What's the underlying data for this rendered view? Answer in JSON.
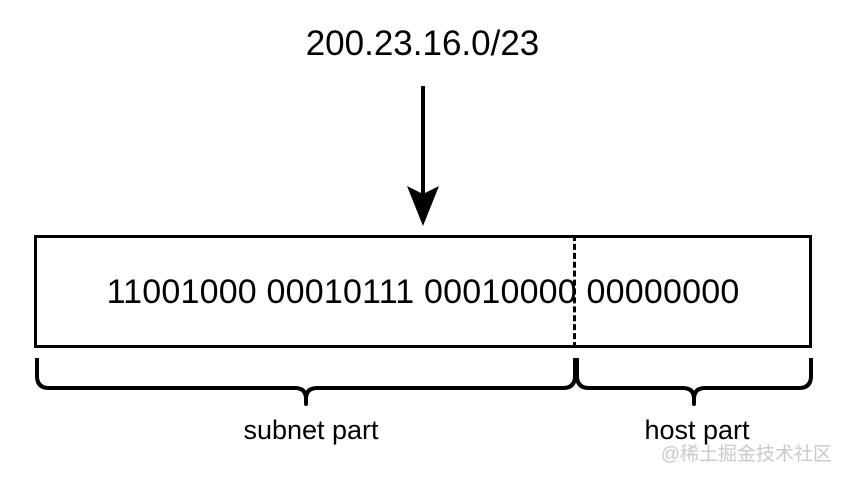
{
  "diagram": {
    "title": "200.23.16.0/23",
    "address": {
      "binary": "11001000 00010111 00010000 00000000",
      "octets": [
        "11001000",
        "00010111",
        "00010000",
        "00000000"
      ],
      "prefix_length": 23,
      "dotted_decimal": "200.23.16.0"
    },
    "labels": {
      "subnet": "subnet part",
      "host": "host part"
    },
    "icons": {
      "arrow": "down-arrow-icon",
      "brace_subnet": "curly-brace-icon",
      "brace_host": "curly-brace-icon",
      "divider": "dashed-divider-icon"
    },
    "colors": {
      "stroke": "#000000",
      "background": "#ffffff",
      "watermark": "#c9c9c9"
    }
  },
  "watermark": {
    "text": "@稀土掘金技术社区"
  }
}
